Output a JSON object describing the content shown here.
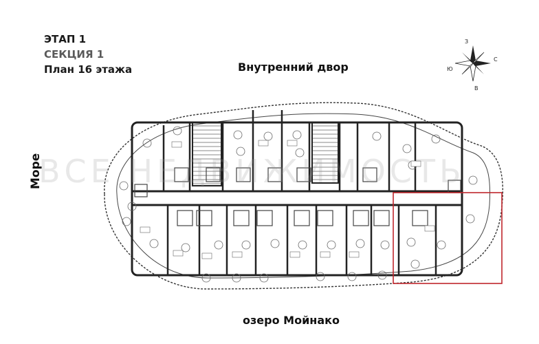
{
  "stage": "ЭТАП 1",
  "section": "СЕКЦИЯ 1",
  "plan": "План 16 этажа",
  "orientation": {
    "top": "Внутренний двор",
    "bottom": "озеро Мойнако",
    "left": "Море"
  },
  "compass": {
    "north": "З",
    "east": "С",
    "south": "В",
    "west": "Ю"
  },
  "watermark": "ВСЕ НЕДВИЖИМОСТЬ",
  "colors": {
    "highlight": "#c0262c",
    "wall": "#222222"
  }
}
